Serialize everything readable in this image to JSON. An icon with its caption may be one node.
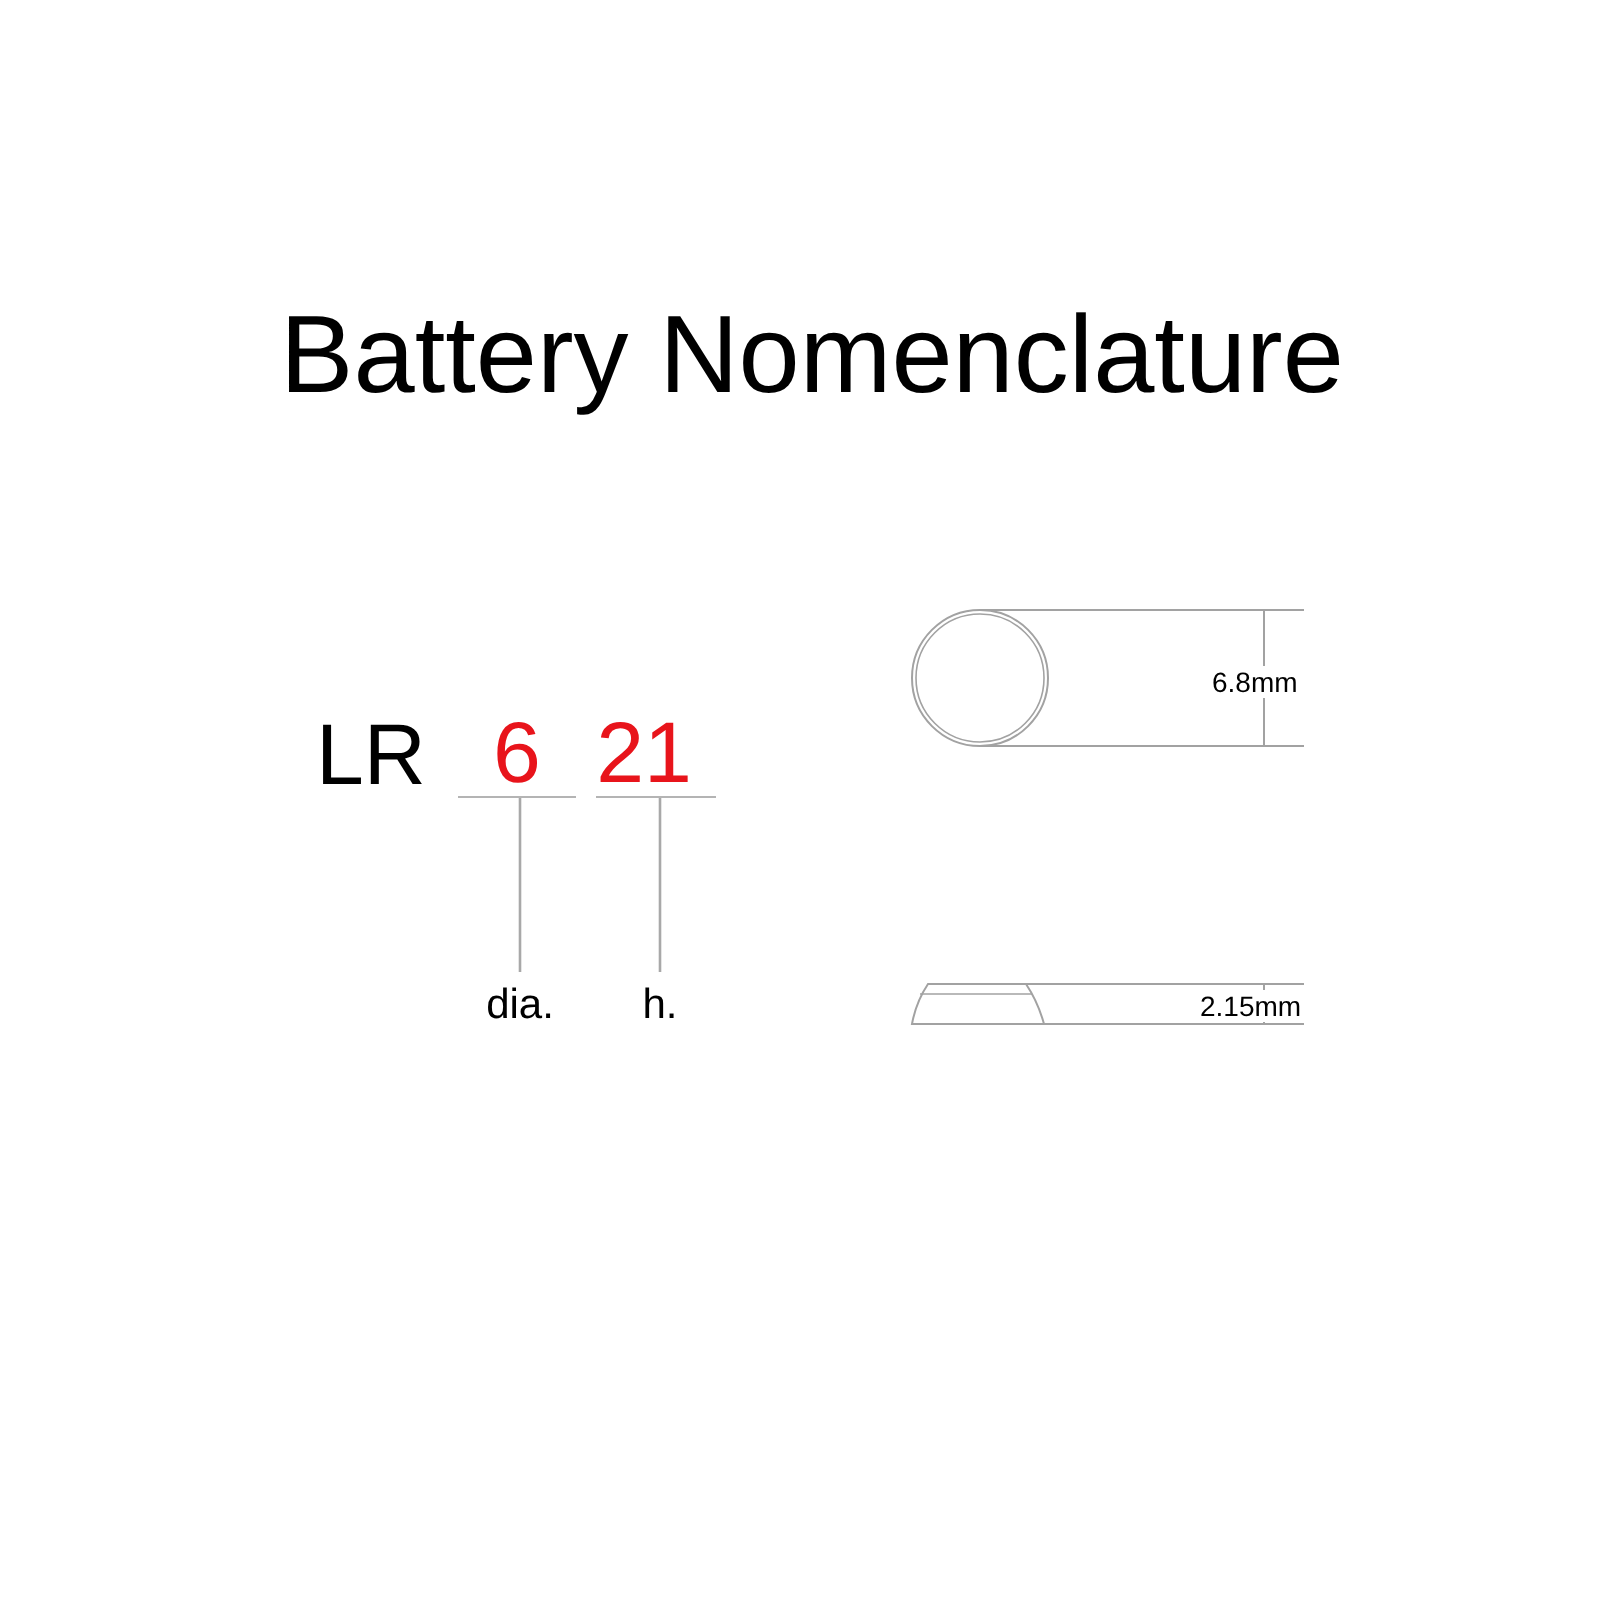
{
  "diagram": {
    "title": "Battery Nomenclature",
    "nodes": [
      {
        "text": [
          "6"
        ]
      },
      {
        "text": [
          "21"
        ]
      },
      {
        "text": [
          "dia."
        ]
      },
      {
        "text": [
          "h."
        ]
      }
    ],
    "edges": [
      {
        "from": 0,
        "to": 2,
        "arrow": "none"
      },
      {
        "from": 1,
        "to": 3,
        "arrow": "none"
      }
    ],
    "labels": [
      "LR",
      "6.8mm",
      "2.15mm"
    ]
  }
}
